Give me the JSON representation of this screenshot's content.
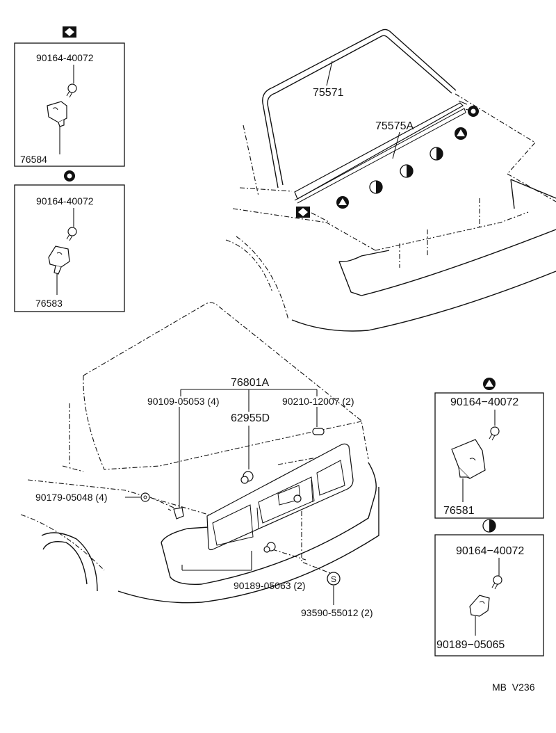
{
  "parts": {
    "p75571": "75571",
    "p75575A": "75575A",
    "p76801A": "76801A",
    "p62955D": "62955D",
    "p90109": "90109-05053 (4)",
    "p90210": "90210-12007 (2)",
    "p90179": "90179-05048 (4)",
    "p90189_05063": "90189-05063 (2)",
    "p93590": "93590-55012 (2)"
  },
  "insets": {
    "diamond": {
      "screw": "90164-40072",
      "clip": "76584"
    },
    "ring": {
      "screw": "90164-40072",
      "clip": "76583"
    },
    "triangle": {
      "screw": "90164−40072",
      "clip": "76581"
    },
    "half_circle": {
      "screw": "90164−40072",
      "clip": "90189−05065"
    }
  },
  "symbols": {
    "s_mark": "S"
  },
  "footer": {
    "code": "MB  V236"
  }
}
